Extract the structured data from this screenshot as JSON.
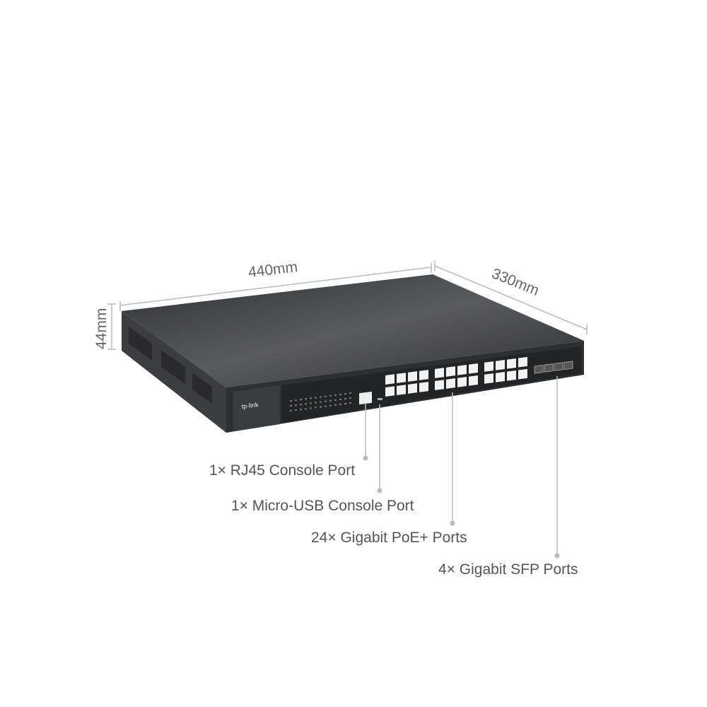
{
  "dimensions": {
    "width": "440mm",
    "depth": "330mm",
    "height": "44mm"
  },
  "device": {
    "brand_logo": "tp-link"
  },
  "callouts": [
    {
      "label": "1× RJ45 Console Port"
    },
    {
      "label": "1× Micro-USB Console Port"
    },
    {
      "label": "24× Gigabit PoE+ Ports"
    },
    {
      "label": "4× Gigabit SFP Ports"
    }
  ],
  "colors": {
    "chassis": "#3a3b3d",
    "front_panel": "#2a2b2d",
    "ports": "#f2f2f2",
    "text": "#555555",
    "dimension_lines": "#bbbbbb"
  }
}
